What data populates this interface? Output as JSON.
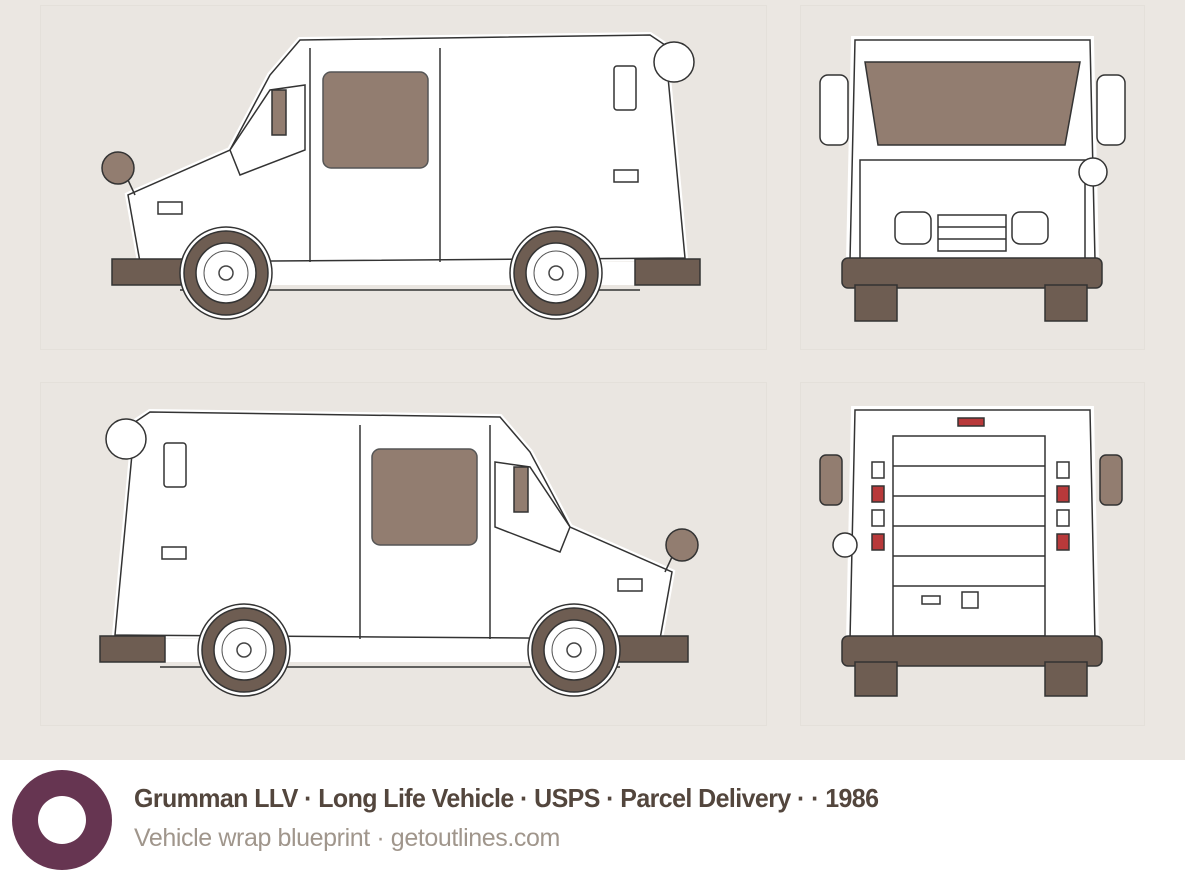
{
  "caption": {
    "title": "Grumman LLV · Long Life Vehicle · USPS · Parcel Delivery · · 1986",
    "subtitle": "Vehicle wrap blueprint · getoutlines.com"
  },
  "views": [
    "left-side",
    "front",
    "right-side",
    "rear"
  ],
  "colors": {
    "background": "#ebe7e2",
    "trim": "#6e5d52",
    "window": "#927d70",
    "logo": "#663551",
    "tail_light": "#b8393a"
  }
}
